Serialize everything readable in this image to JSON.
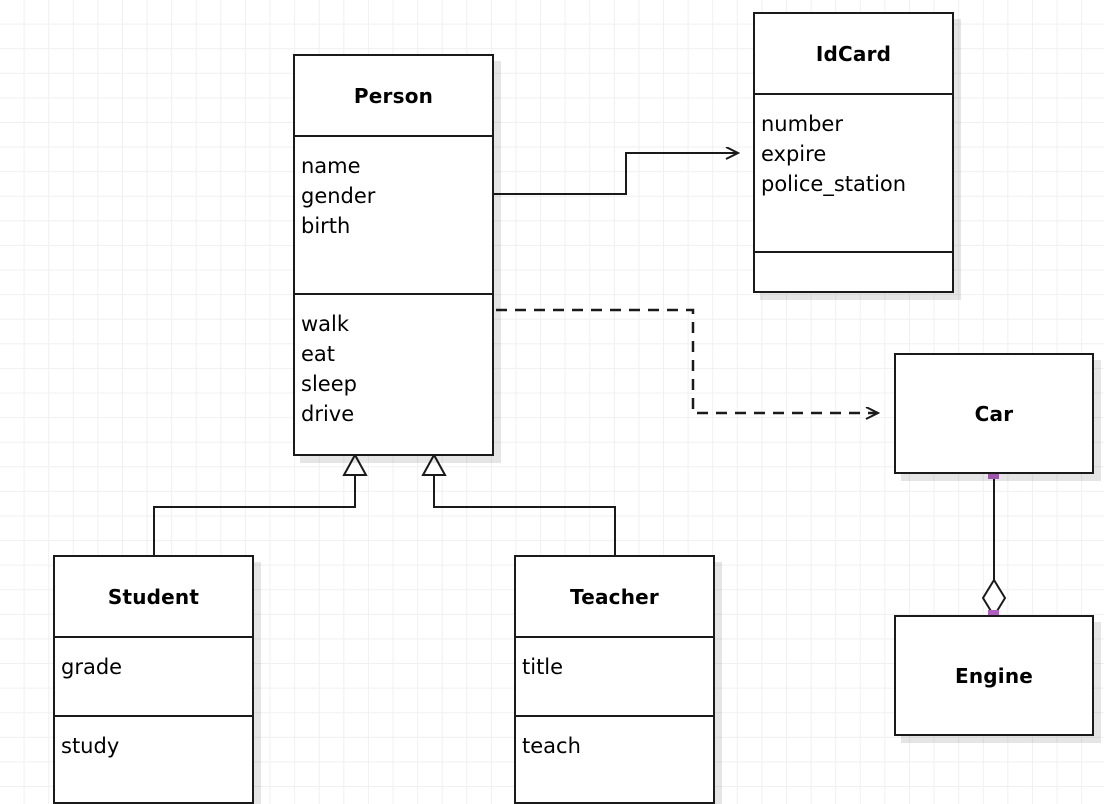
{
  "diagram": {
    "type": "uml-class-diagram",
    "background": "#ffffff",
    "grid_color": "#f0f0f0",
    "line_color": "#1a1a1a",
    "handle_color": "#b05fc0",
    "classes": [
      {
        "id": "person",
        "name": "Person",
        "attributes": [
          "name",
          "gender",
          "birth"
        ],
        "methods": [
          "walk",
          "eat",
          "sleep",
          "drive"
        ]
      },
      {
        "id": "idcard",
        "name": "IdCard",
        "attributes": [
          "number",
          "expire",
          "police_station"
        ],
        "methods": []
      },
      {
        "id": "student",
        "name": "Student",
        "attributes": [
          "grade"
        ],
        "methods": [
          "study"
        ]
      },
      {
        "id": "teacher",
        "name": "Teacher",
        "attributes": [
          "title"
        ],
        "methods": [
          "teach"
        ]
      },
      {
        "id": "car",
        "name": "Car",
        "attributes": [],
        "methods": []
      },
      {
        "id": "engine",
        "name": "Engine",
        "attributes": [],
        "methods": []
      }
    ],
    "relationships": [
      {
        "id": "person-idcard",
        "kind": "association",
        "from": "Person",
        "to": "IdCard",
        "style": "solid",
        "arrow": "open-arrow"
      },
      {
        "id": "person-car",
        "kind": "dependency",
        "from": "Person",
        "to": "Car",
        "style": "dashed",
        "arrow": "open-arrow"
      },
      {
        "id": "student-person",
        "kind": "generalization",
        "from": "Student",
        "to": "Person",
        "style": "solid",
        "arrow": "hollow-triangle"
      },
      {
        "id": "teacher-person",
        "kind": "generalization",
        "from": "Teacher",
        "to": "Person",
        "style": "solid",
        "arrow": "hollow-triangle"
      },
      {
        "id": "car-engine",
        "kind": "aggregation",
        "from": "Car",
        "to": "Engine",
        "style": "solid",
        "arrow": "hollow-diamond"
      }
    ]
  }
}
